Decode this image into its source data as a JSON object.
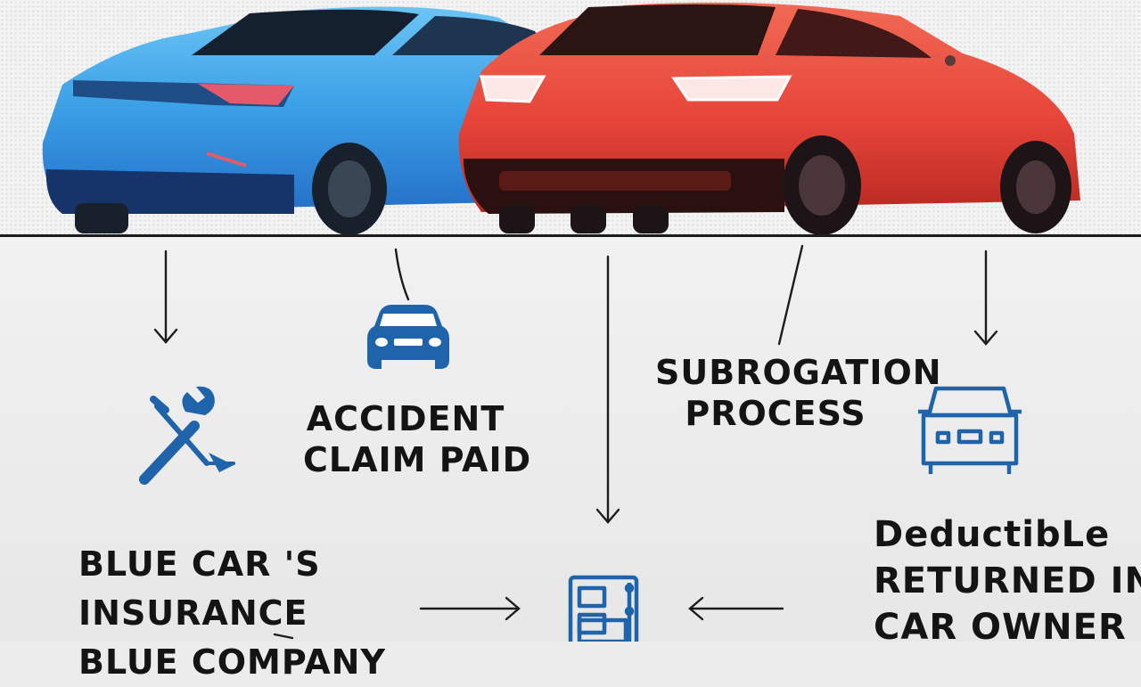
{
  "labels": {
    "accident_line1": "ACCIDENT",
    "accident_line2": "CLAIM PAID",
    "subrogation_line1": "SUBROGATION",
    "subrogation_line2": "PROCESS",
    "deductible_line1": "DeductibLe",
    "deductible_line2": "RETURNED IN",
    "deductible_line3": "CAR OWNER",
    "insurance_line1": "BLUE CAR 'S",
    "insurance_line2": "INSURANCE",
    "insurance_line3": "BLUE COMPANY"
  },
  "colors": {
    "blue_car": "#3a9fe6",
    "red_car": "#e8453a",
    "icon_blue": "#1f64ab",
    "line": "#1c1c1c",
    "background": "#ececec"
  },
  "icons": [
    "car-front-icon",
    "wrench-screwdriver-icon",
    "car-front-outline-icon",
    "document-device-icon"
  ]
}
